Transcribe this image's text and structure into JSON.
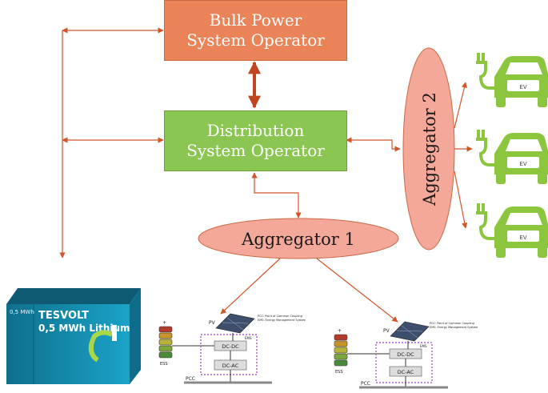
{
  "nodes": {
    "bpso": {
      "line1": "Bulk Power",
      "line2": "System Operator"
    },
    "dso": {
      "line1": "Distribution",
      "line2": "System Operator"
    },
    "aggregator1": "Aggregator 1",
    "aggregator2": "Aggregator 2"
  },
  "ev_label": "EV",
  "battery": {
    "brand": "TESVOLT",
    "capacity": "0,5 MWh Lithium",
    "side_label": "0,5 MWh"
  },
  "microgrid": {
    "pv": "PV",
    "dcdc": "DC-DC",
    "dcac": "DC-AC",
    "ems": "EMS",
    "storage": "ESS",
    "pcc": "PCC",
    "legend1": "PCC: Point of Common Coupling",
    "legend2": "EMS: Energy Management System"
  },
  "colors": {
    "bpso": "#ea8458",
    "dso": "#8bc653",
    "aggregator": "#f4a89a",
    "arrow": "#d0562a",
    "ev": "#8cc63f",
    "battery": "#1a93b6"
  }
}
